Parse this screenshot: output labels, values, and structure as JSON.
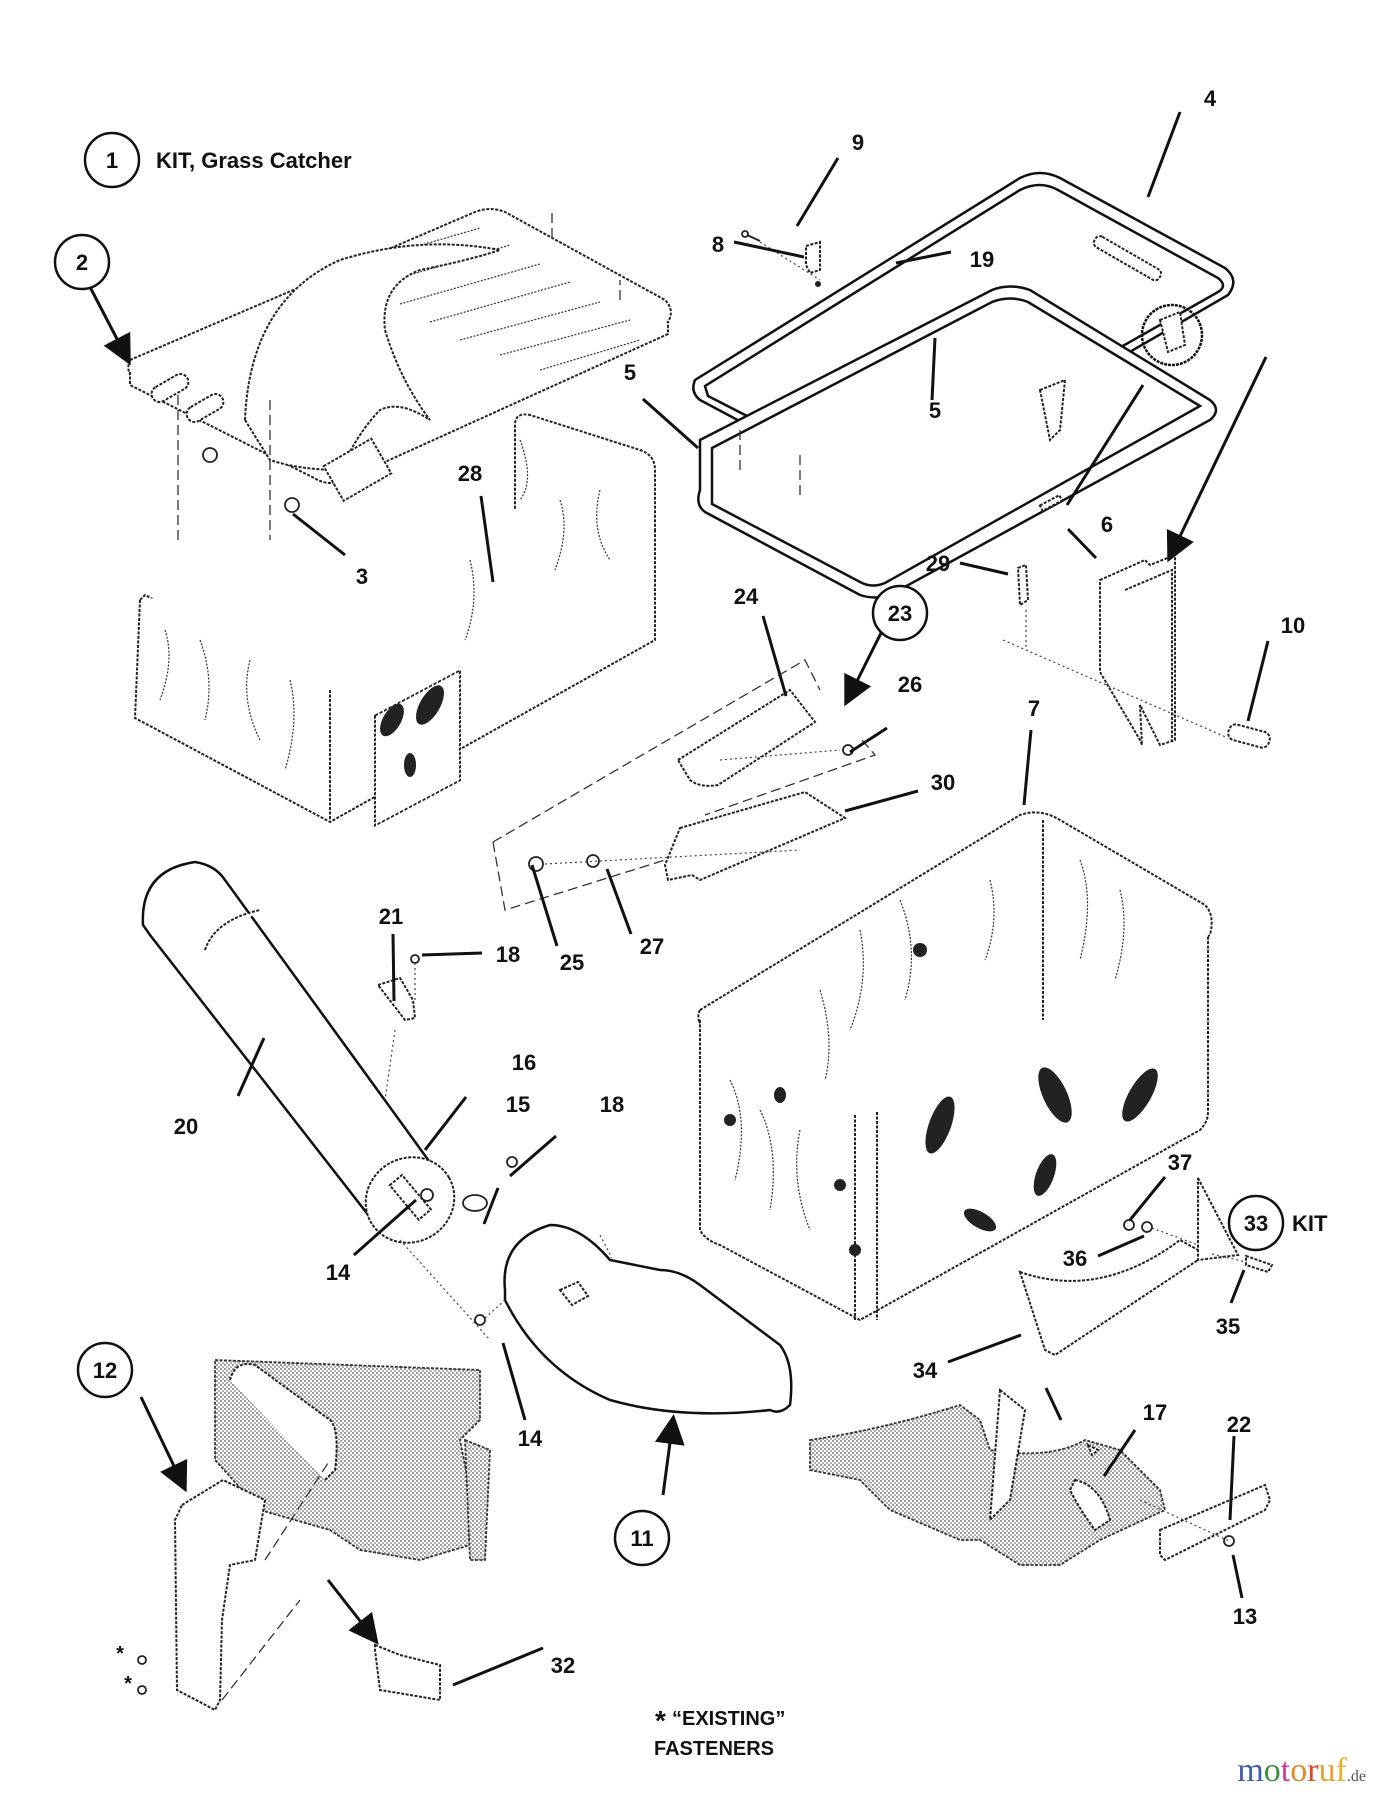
{
  "title": {
    "number": "1",
    "text": "KIT, Grass Catcher"
  },
  "callouts": {
    "c2": "2",
    "c3": "3",
    "c4": "4",
    "c5a": "5",
    "c5b": "5",
    "c6": "6",
    "c7": "7",
    "c8": "8",
    "c9": "9",
    "c10": "10",
    "c11": "11",
    "c12": "12",
    "c13": "13",
    "c14a": "14",
    "c14b": "14",
    "c15": "15",
    "c16": "16",
    "c17": "17",
    "c18a": "18",
    "c18b": "18",
    "c19": "19",
    "c20": "20",
    "c21": "21",
    "c22": "22",
    "c23": "23",
    "c24": "24",
    "c25": "25",
    "c26": "26",
    "c27": "27",
    "c28": "28",
    "c29": "29",
    "c30": "30",
    "c32": "32",
    "c33": "33",
    "c34": "34",
    "c35": "35",
    "c36": "36",
    "c37": "37"
  },
  "kit33_label": "KIT",
  "note": {
    "asterisk": "*",
    "line1": "“EXISTING”",
    "line2": "FASTENERS",
    "marker": "*"
  },
  "watermark": {
    "letters": [
      {
        "ch": "m",
        "color": "#3b5fae"
      },
      {
        "ch": "o",
        "color": "#3f8f3f"
      },
      {
        "ch": "t",
        "color": "#d23c8c"
      },
      {
        "ch": "o",
        "color": "#e08a2a"
      },
      {
        "ch": "r",
        "color": "#d9482f"
      },
      {
        "ch": "u",
        "color": "#e6a22a"
      },
      {
        "ch": "f",
        "color": "#e6b02a"
      }
    ],
    "suffix": ".de"
  }
}
